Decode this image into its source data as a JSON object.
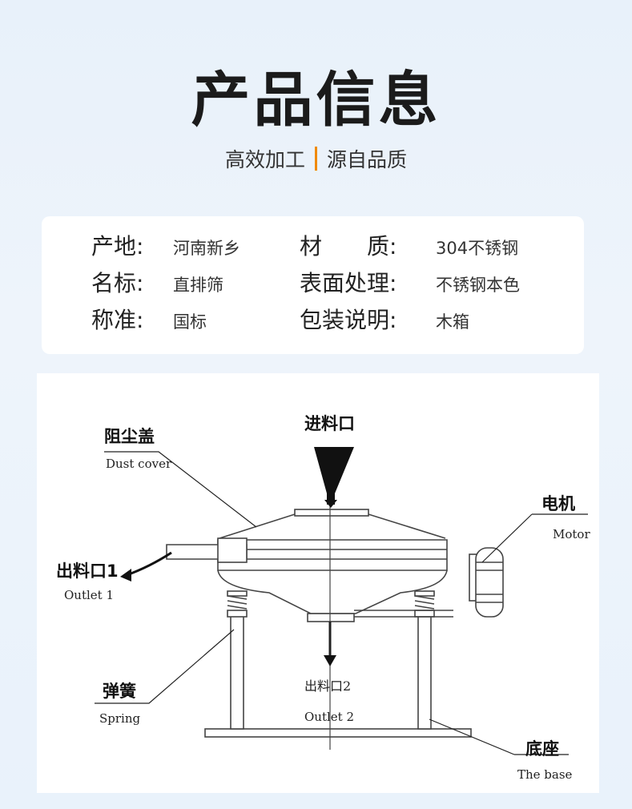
{
  "header": {
    "title": "产品信息",
    "subtitle_left": "高效加工",
    "subtitle_right": "源自品质"
  },
  "info": [
    {
      "label": "产地:",
      "value": "河南新乡"
    },
    {
      "label": "材　　质:",
      "value": "304不锈钢"
    },
    {
      "label": "名标:",
      "value": "直排筛"
    },
    {
      "label": "表面处理:",
      "value": "不锈钢本色"
    },
    {
      "label": "称准:",
      "value": "国标"
    },
    {
      "label": "包装说明:",
      "value": "木箱"
    }
  ],
  "diagram": {
    "dust_cover": {
      "cn": "阻尘盖",
      "en": "Dust cover"
    },
    "inlet": {
      "cn": "进料口"
    },
    "motor": {
      "cn": "电机",
      "en": "Motor"
    },
    "outlet1": {
      "cn": "出料口1",
      "en": "Outlet 1"
    },
    "outlet2": {
      "cn": "出料口2",
      "en": "Outlet 2"
    },
    "spring": {
      "cn": "弹簧",
      "en": "Spring"
    },
    "base": {
      "cn": "底座",
      "en": "The base"
    }
  }
}
